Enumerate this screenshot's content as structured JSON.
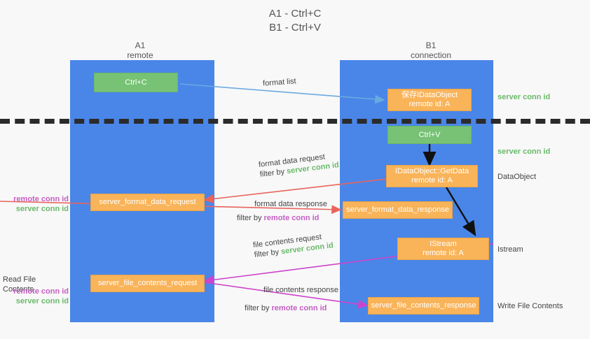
{
  "title": {
    "line1": "A1 - Ctrl+C",
    "line2": "B1 - Ctrl+V"
  },
  "columns": [
    {
      "name": "A1",
      "role": "remote"
    },
    {
      "name": "B1",
      "role": "connection"
    }
  ],
  "boxes": {
    "ctrl_c": "Ctrl+C",
    "ctrl_v": "Ctrl+V",
    "save_idataobject_l1": "保存IDataObject",
    "save_idataobject_l2": "remote id: A",
    "getdata_l1": "IDataObject::GetData",
    "getdata_l2": "remote id: A",
    "istream_l1": "IStream",
    "istream_l2": "remote id: A",
    "server_format_data_request": "server_format_data_request",
    "server_format_data_response": "server_format_data_response",
    "server_file_contents_request": "server_file_contents_request",
    "server_file_contents_response": "server_file_contents_response"
  },
  "annotations": {
    "format_list": "format list",
    "format_data_request": "format data request",
    "format_data_response": "format data response",
    "file_contents_request": "file contents request",
    "file_contents_response": "file contents response",
    "filter_by": "filter by",
    "server_conn_id": "server conn id",
    "remote_conn_id": "remote conn id"
  },
  "left_labels": {
    "remote_conn_id": "remote conn id",
    "server_conn_id": "server conn id",
    "read_file_contents": "Read File Contents"
  },
  "right_labels": {
    "server_conn_id_top": "server conn id",
    "server_conn_id_mid": "server conn id",
    "dataobject": "DataObject",
    "istream": "Istream",
    "write_file_contents": "Write File Contents"
  },
  "colors": {
    "lane": "#4a86e8",
    "green_box": "#77c274",
    "orange_box": "#f9b358",
    "server_conn_id": "#6aba6a",
    "remote_conn_id": "#c45ec4",
    "arrow_format_list": "#6aa9e0",
    "arrow_format_data": "#e8645c",
    "arrow_file_contents": "#cc44cc",
    "arrow_internal": "#111111",
    "divider": "#2b2b2b",
    "background": "#f8f8f8"
  }
}
